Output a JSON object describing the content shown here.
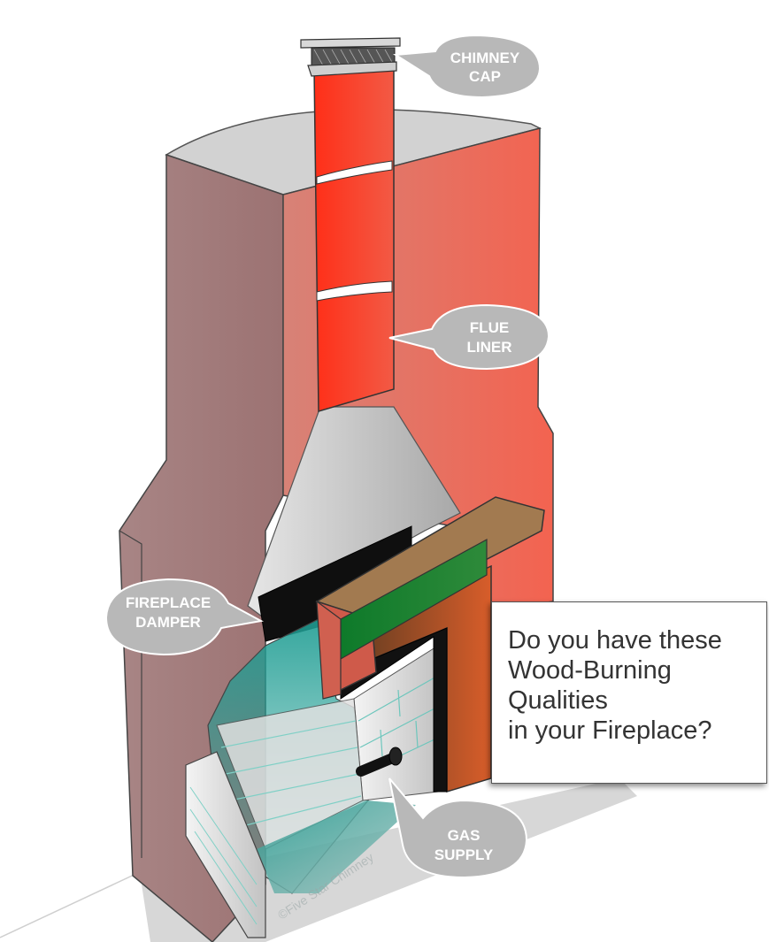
{
  "callouts": {
    "chimney_cap": [
      "CHIMNEY",
      "CAP"
    ],
    "flue_liner": [
      "FLUE",
      "LINER"
    ],
    "fireplace_damper": [
      "FIREPLACE",
      "DAMPER"
    ],
    "gas_supply": [
      "GAS",
      "SUPPLY"
    ]
  },
  "question": {
    "lines": [
      "Do you have these",
      "Wood-Burning",
      "Qualities",
      "in your Fireplace?"
    ]
  },
  "watermark": "©Five Star Chimney",
  "colors": {
    "masonry_left": "#a07a7a",
    "masonry_right": "#e86a5a",
    "flue": "#ff3a22",
    "smoke_chamber": "#c8c8c8",
    "firebox_glow": "#2fa59a",
    "mantel_top": "#a27a50",
    "bubble": "#b8b8b8"
  }
}
